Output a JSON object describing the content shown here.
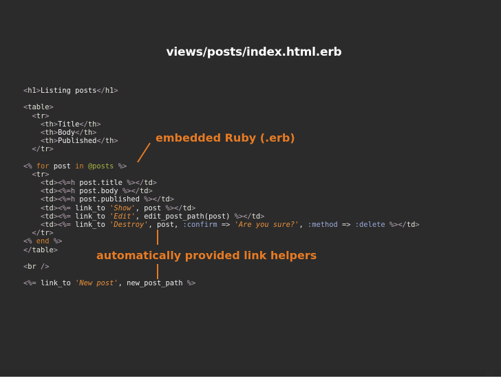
{
  "slide": {
    "title": "views/posts/index.html.erb",
    "page_number": "34",
    "accent_color": "#e67b24",
    "background_color": "#2b2b2b"
  },
  "callouts": {
    "erb": "embedded Ruby (.erb)",
    "helpers": "automatically provided link helpers"
  },
  "code_lines": [
    [
      [
        "punct",
        "<"
      ],
      [
        "tag",
        "h1"
      ],
      [
        "punct",
        ">"
      ],
      [
        "text",
        "Listing posts"
      ],
      [
        "punct",
        "</"
      ],
      [
        "tag",
        "h1"
      ],
      [
        "punct",
        ">"
      ]
    ],
    [],
    [
      [
        "punct",
        "<"
      ],
      [
        "tag",
        "table"
      ],
      [
        "punct",
        ">"
      ]
    ],
    [
      [
        "text",
        "  "
      ],
      [
        "punct",
        "<"
      ],
      [
        "tag",
        "tr"
      ],
      [
        "punct",
        ">"
      ]
    ],
    [
      [
        "text",
        "    "
      ],
      [
        "punct",
        "<"
      ],
      [
        "tag",
        "th"
      ],
      [
        "punct",
        ">"
      ],
      [
        "text",
        "Title"
      ],
      [
        "punct",
        "</"
      ],
      [
        "tag",
        "th"
      ],
      [
        "punct",
        ">"
      ]
    ],
    [
      [
        "text",
        "    "
      ],
      [
        "punct",
        "<"
      ],
      [
        "tag",
        "th"
      ],
      [
        "punct",
        ">"
      ],
      [
        "text",
        "Body"
      ],
      [
        "punct",
        "</"
      ],
      [
        "tag",
        "th"
      ],
      [
        "punct",
        ">"
      ]
    ],
    [
      [
        "text",
        "    "
      ],
      [
        "punct",
        "<"
      ],
      [
        "tag",
        "th"
      ],
      [
        "punct",
        ">"
      ],
      [
        "text",
        "Published"
      ],
      [
        "punct",
        "</"
      ],
      [
        "tag",
        "th"
      ],
      [
        "punct",
        ">"
      ]
    ],
    [
      [
        "text",
        "  "
      ],
      [
        "punct",
        "</"
      ],
      [
        "tag",
        "tr"
      ],
      [
        "punct",
        ">"
      ]
    ],
    [],
    [
      [
        "punct",
        "<%"
      ],
      [
        "text",
        " "
      ],
      [
        "kw",
        "for"
      ],
      [
        "id",
        " post "
      ],
      [
        "kw",
        "in"
      ],
      [
        "text",
        " "
      ],
      [
        "ivar",
        "@posts"
      ],
      [
        "text",
        " "
      ],
      [
        "punct",
        "%>"
      ]
    ],
    [
      [
        "text",
        "  "
      ],
      [
        "punct",
        "<"
      ],
      [
        "tag",
        "tr"
      ],
      [
        "punct",
        ">"
      ]
    ],
    [
      [
        "text",
        "    "
      ],
      [
        "punct",
        "<"
      ],
      [
        "tag",
        "td"
      ],
      [
        "punct",
        ">"
      ],
      [
        "punct",
        "<%=h"
      ],
      [
        "id",
        " post.title "
      ],
      [
        "punct",
        "%>"
      ],
      [
        "punct",
        "</"
      ],
      [
        "tag",
        "td"
      ],
      [
        "punct",
        ">"
      ]
    ],
    [
      [
        "text",
        "    "
      ],
      [
        "punct",
        "<"
      ],
      [
        "tag",
        "td"
      ],
      [
        "punct",
        ">"
      ],
      [
        "punct",
        "<%=h"
      ],
      [
        "id",
        " post.body "
      ],
      [
        "punct",
        "%>"
      ],
      [
        "punct",
        "</"
      ],
      [
        "tag",
        "td"
      ],
      [
        "punct",
        ">"
      ]
    ],
    [
      [
        "text",
        "    "
      ],
      [
        "punct",
        "<"
      ],
      [
        "tag",
        "td"
      ],
      [
        "punct",
        ">"
      ],
      [
        "punct",
        "<%=h"
      ],
      [
        "id",
        " post.published "
      ],
      [
        "punct",
        "%>"
      ],
      [
        "punct",
        "</"
      ],
      [
        "tag",
        "td"
      ],
      [
        "punct",
        ">"
      ]
    ],
    [
      [
        "text",
        "    "
      ],
      [
        "punct",
        "<"
      ],
      [
        "tag",
        "td"
      ],
      [
        "punct",
        ">"
      ],
      [
        "punct",
        "<%="
      ],
      [
        "id",
        " link_to "
      ],
      [
        "str",
        "'Show'"
      ],
      [
        "id",
        ", post "
      ],
      [
        "punct",
        "%>"
      ],
      [
        "punct",
        "</"
      ],
      [
        "tag",
        "td"
      ],
      [
        "punct",
        ">"
      ]
    ],
    [
      [
        "text",
        "    "
      ],
      [
        "punct",
        "<"
      ],
      [
        "tag",
        "td"
      ],
      [
        "punct",
        ">"
      ],
      [
        "punct",
        "<%="
      ],
      [
        "id",
        " link_to "
      ],
      [
        "str",
        "'Edit'"
      ],
      [
        "id",
        ", edit_post_path(post) "
      ],
      [
        "punct",
        "%>"
      ],
      [
        "punct",
        "</"
      ],
      [
        "tag",
        "td"
      ],
      [
        "punct",
        ">"
      ]
    ],
    [
      [
        "text",
        "    "
      ],
      [
        "punct",
        "<"
      ],
      [
        "tag",
        "td"
      ],
      [
        "punct",
        ">"
      ],
      [
        "punct",
        "<%="
      ],
      [
        "id",
        " link_to "
      ],
      [
        "str",
        "'Destroy'"
      ],
      [
        "id",
        ", post, "
      ],
      [
        "sym",
        ":confirm"
      ],
      [
        "op",
        " => "
      ],
      [
        "str",
        "'Are you sure?'"
      ],
      [
        "id",
        ", "
      ],
      [
        "sym",
        ":method"
      ],
      [
        "op",
        " => "
      ],
      [
        "sym",
        ":delete"
      ],
      [
        "text",
        " "
      ],
      [
        "punct",
        "%>"
      ],
      [
        "punct",
        "</"
      ],
      [
        "tag",
        "td"
      ],
      [
        "punct",
        ">"
      ]
    ],
    [
      [
        "text",
        "  "
      ],
      [
        "punct",
        "</"
      ],
      [
        "tag",
        "tr"
      ],
      [
        "punct",
        ">"
      ]
    ],
    [
      [
        "punct",
        "<%"
      ],
      [
        "text",
        " "
      ],
      [
        "kw",
        "end"
      ],
      [
        "text",
        " "
      ],
      [
        "punct",
        "%>"
      ]
    ],
    [
      [
        "punct",
        "</"
      ],
      [
        "tag",
        "table"
      ],
      [
        "punct",
        ">"
      ]
    ],
    [],
    [
      [
        "punct",
        "<"
      ],
      [
        "tag",
        "br"
      ],
      [
        "text",
        " "
      ],
      [
        "punct",
        "/>"
      ]
    ],
    [],
    [
      [
        "punct",
        "<%="
      ],
      [
        "id",
        " link_to "
      ],
      [
        "str",
        "'New post'"
      ],
      [
        "id",
        ", new_post_path "
      ],
      [
        "punct",
        "%>"
      ]
    ]
  ]
}
